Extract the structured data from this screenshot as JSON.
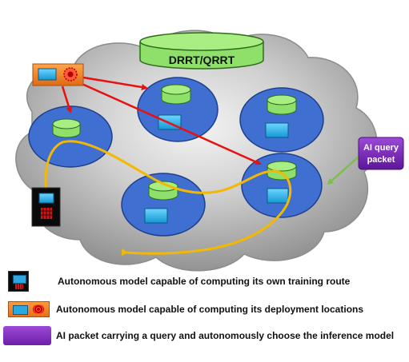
{
  "diagram": {
    "database_label": "DRRT/QRRT",
    "query_packet_label_line1": "AI query",
    "query_packet_label_line2": "packet"
  },
  "legend": {
    "items": [
      {
        "icon": "black-autonomous-model-icon",
        "text": "Autonomous model capable of computing its own training route"
      },
      {
        "icon": "orange-autonomous-model-icon",
        "text": "Autonomous model capable of computing its deployment locations"
      },
      {
        "icon": "purple-query-packet-icon",
        "text": "AI packet carrying a query and autonomously choose the inference model"
      }
    ]
  },
  "colors": {
    "node_fill": "#3f6fd1",
    "cylinder": "#8fe06a",
    "server_box": "#27b2ea",
    "red_arrow": "#e81010",
    "yellow_route": "#f4b800",
    "green_arrow": "#7cbf4a",
    "query_packet": "#7a2fbf",
    "cloud": "#a8a8a8"
  }
}
